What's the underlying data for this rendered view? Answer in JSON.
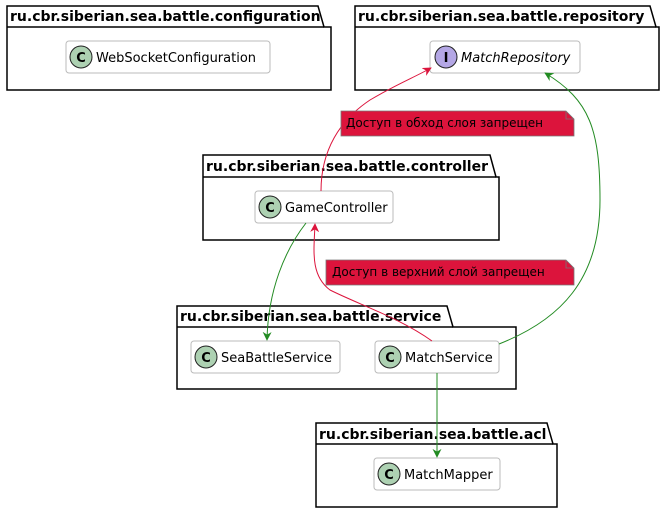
{
  "packages": {
    "configuration": "ru.cbr.siberian.sea.battle.configuration",
    "repository": "ru.cbr.siberian.sea.battle.repository",
    "controller": "ru.cbr.siberian.sea.battle.controller",
    "service": "ru.cbr.siberian.sea.battle.service",
    "acl": "ru.cbr.siberian.sea.battle.acl"
  },
  "classes": {
    "websocket_configuration": {
      "name": "WebSocketConfiguration",
      "stereotype": "C"
    },
    "match_repository": {
      "name": "MatchRepository",
      "stereotype": "I"
    },
    "game_controller": {
      "name": "GameController",
      "stereotype": "C"
    },
    "sea_battle_service": {
      "name": "SeaBattleService",
      "stereotype": "C"
    },
    "match_service": {
      "name": "MatchService",
      "stereotype": "C"
    },
    "match_mapper": {
      "name": "MatchMapper",
      "stereotype": "C"
    }
  },
  "notes": {
    "bypass_layer": "Доступ в обход слоя запрещен",
    "upper_layer": "Доступ в верхний слой запрещен"
  },
  "colors": {
    "forbidden": "#DC143C",
    "allowed": "#228B22",
    "class_icon": "#ADD1B2",
    "interface_icon": "#B4A7E5",
    "note_fill": "#DC143C"
  }
}
